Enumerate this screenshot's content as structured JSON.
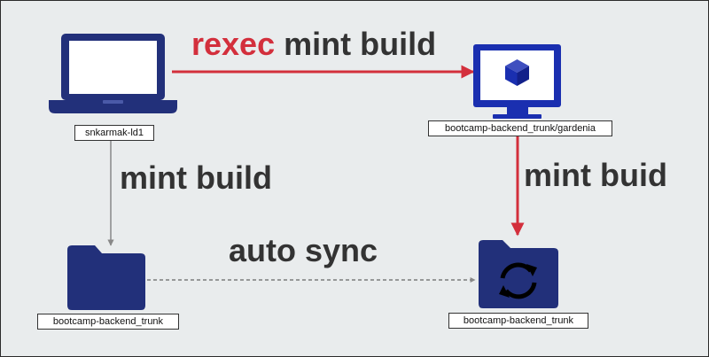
{
  "colors": {
    "background": "#e9eced",
    "icon_navy": "#22307a",
    "accent_red": "#d32f3c",
    "connector_gray": "#888888",
    "text_dark": "#333333"
  },
  "nodes": {
    "laptop": {
      "icon": "laptop-icon",
      "label": "snkarmak-ld1"
    },
    "remote_vm": {
      "icon": "monitor-cube-icon",
      "label": "bootcamp-backend_trunk/gardenia"
    },
    "local_folder": {
      "icon": "folder-icon",
      "label": "bootcamp-backend_trunk"
    },
    "remote_folder": {
      "icon": "folder-sync-icon",
      "label": "bootcamp-backend_trunk"
    }
  },
  "edges": {
    "rexec": {
      "prefix": "rexec",
      "suffix": " mint build",
      "style": "solid-red-arrow"
    },
    "local_build": {
      "text": "mint build",
      "style": "solid-gray-arrow"
    },
    "remote_build": {
      "text": "mint buid",
      "style": "solid-red-arrow"
    },
    "sync": {
      "text": "auto sync",
      "style": "dashed-gray-arrow"
    }
  }
}
